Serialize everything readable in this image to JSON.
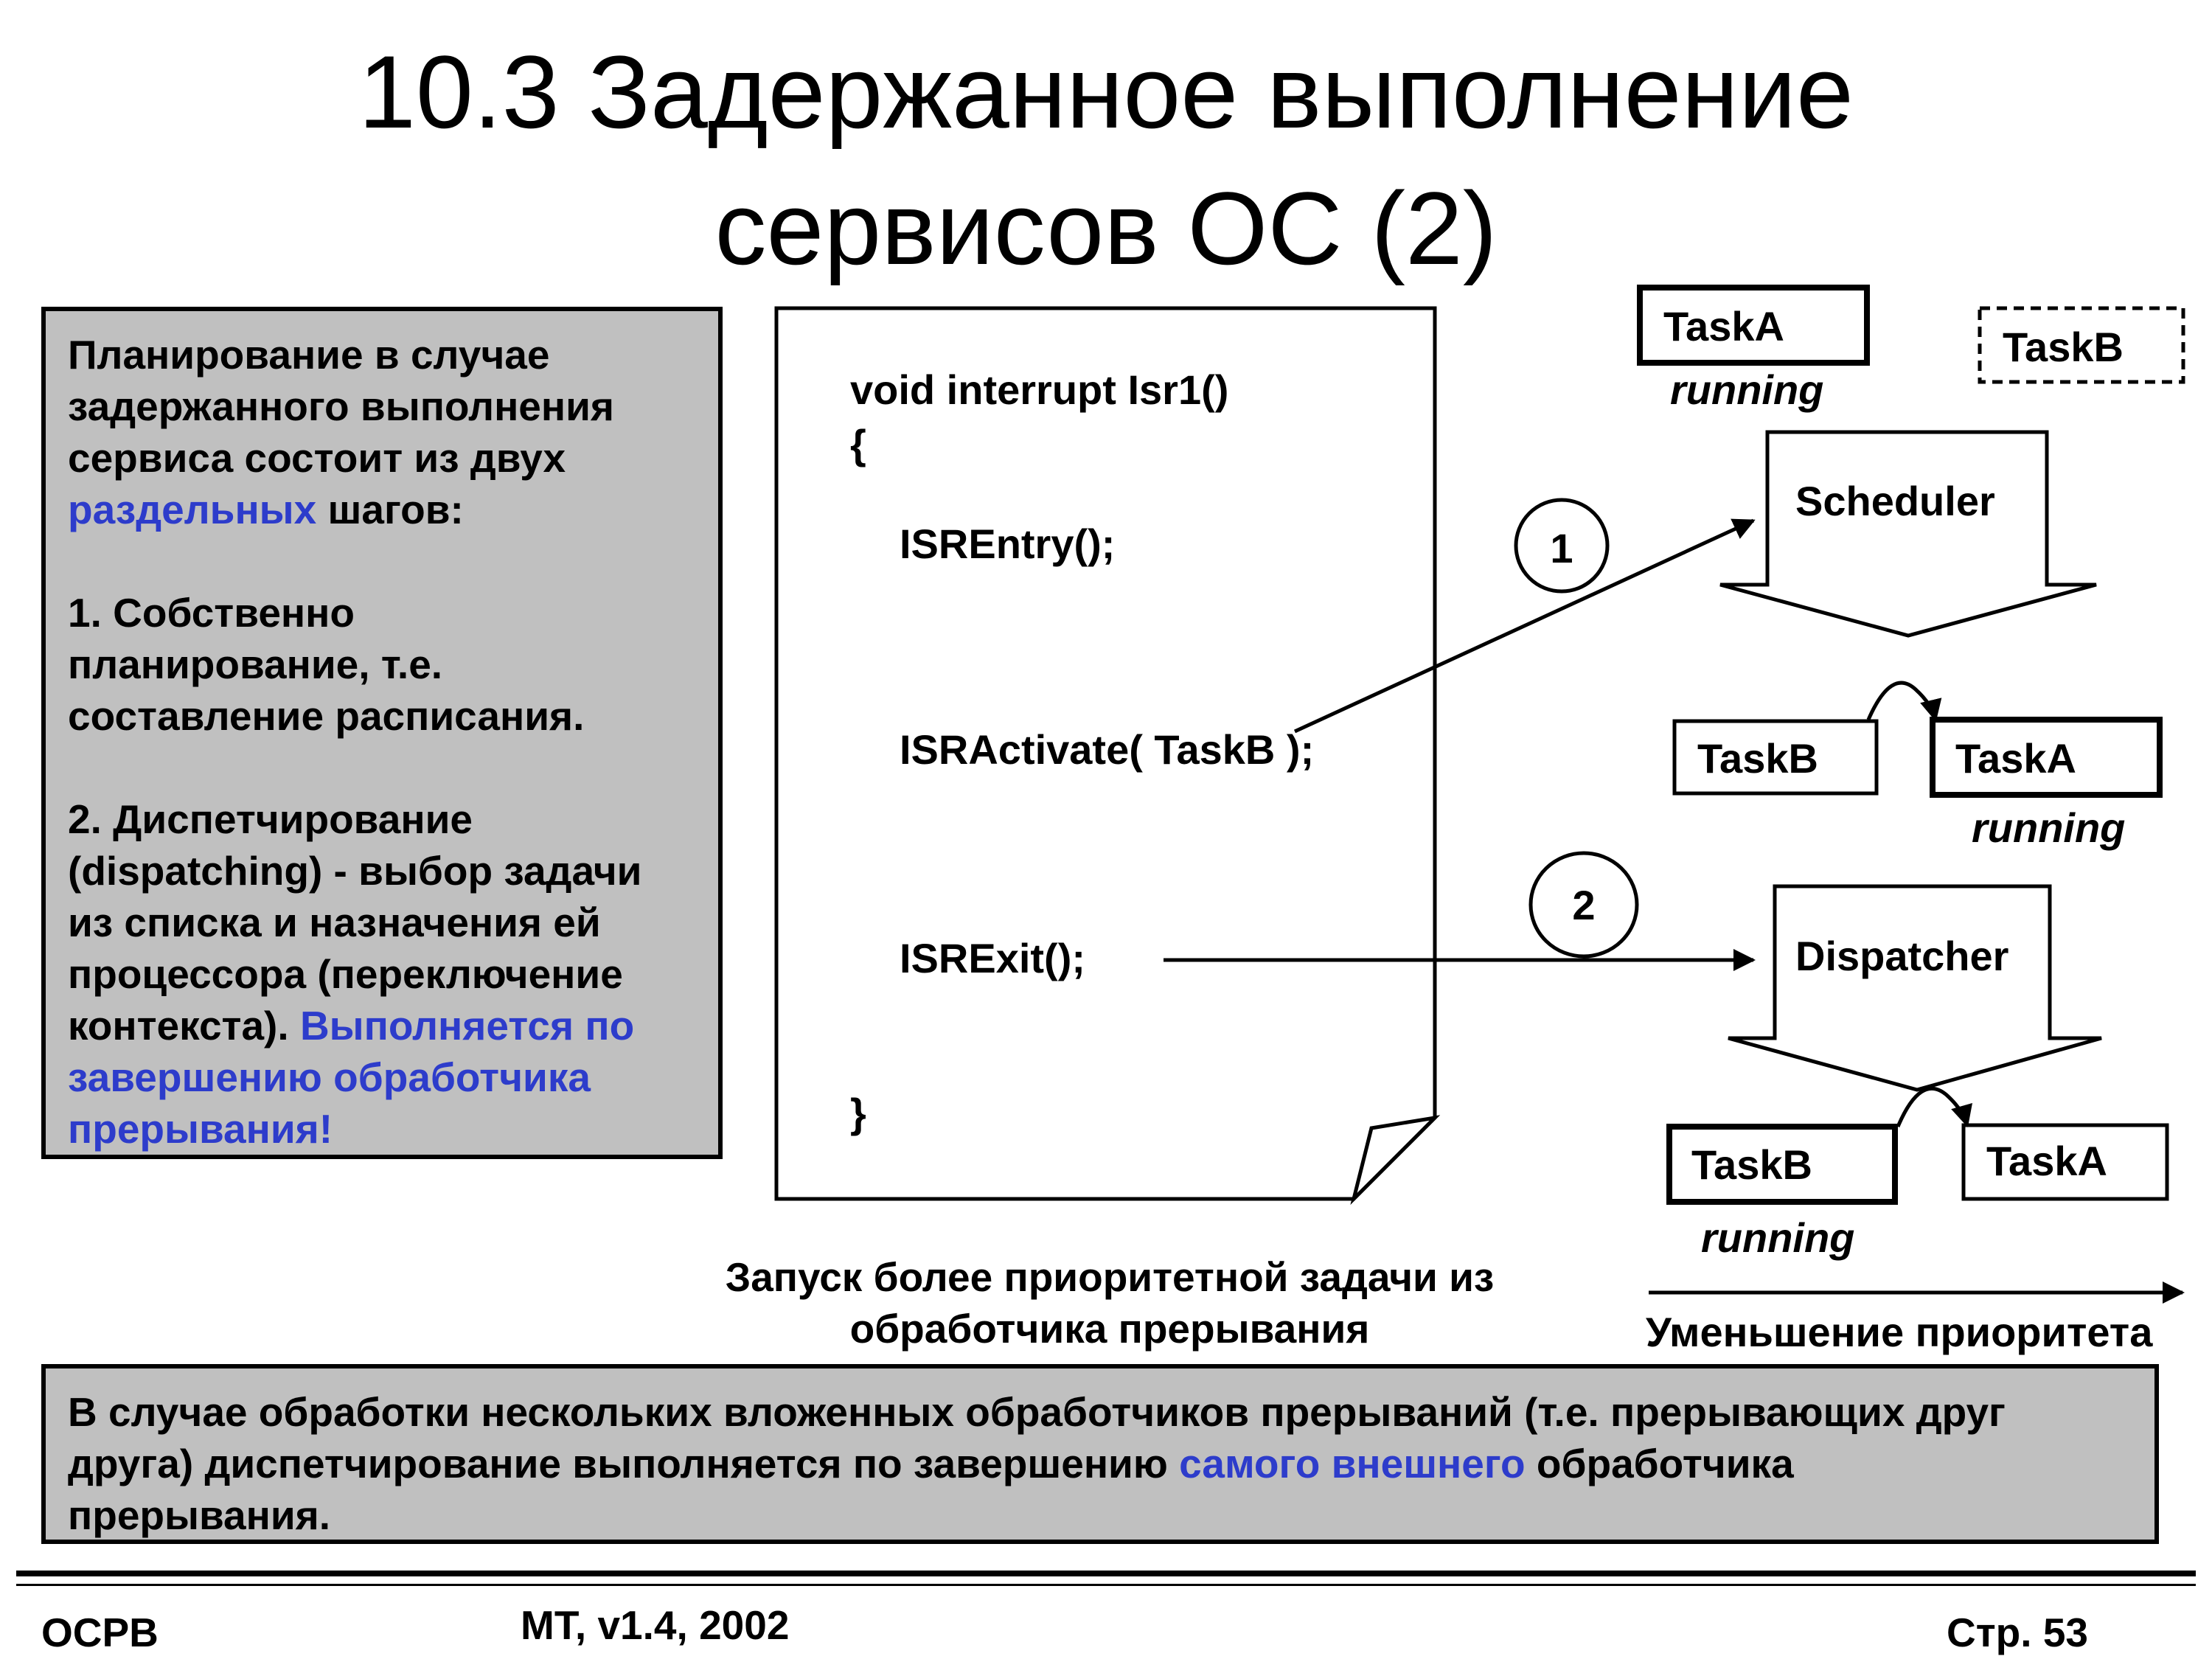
{
  "title": {
    "line1": "10.3 Задержанное выполнение",
    "line2": "сервисов ОС (2)"
  },
  "left_panel": {
    "l1": "Планирование в случае",
    "l2": "задержанного выполнения",
    "l3": "сервиса состоит из двух",
    "l4_blue": "раздельных",
    "l4_rest": " шагов:",
    "l5": "1. Собственно",
    "l6": "планирование, т.е.",
    "l7": "составление расписания.",
    "l8": "2. Диспетчирование",
    "l9": "(dispatching) - выбор задачи",
    "l10": "из списка и назначения ей",
    "l11": "процессора (переключение",
    "l12_black": "контекста). ",
    "l12_blue": "Выполняется по",
    "l13_blue": "завершению обработчика",
    "l14_blue": "прерывания!"
  },
  "code": {
    "sig": "void interrupt Isr1()",
    "open": "{",
    "entry": "ISREntry();",
    "activate": "ISRActivate( TaskB );",
    "exit": "ISRExit();",
    "close": "}"
  },
  "diagram": {
    "step1": "1",
    "step2": "2",
    "top_task_a": "TaskA",
    "top_running": "running",
    "top_task_b": "TaskB",
    "scheduler": "Scheduler",
    "mid_task_b": "TaskB",
    "mid_task_a": "TaskA",
    "mid_running": "running",
    "dispatcher": "Dispatcher",
    "bot_task_b": "TaskB",
    "bot_task_a": "TaskA",
    "bot_running": "running",
    "priority_label": "Уменьшение приоритета"
  },
  "caption": {
    "line1": "Запуск более приоритетной задачи из",
    "line2": "обработчика прерывания"
  },
  "bottom_panel": {
    "l1": "В случае обработки нескольких вложенных обработчиков прерываний (т.е. прерывающих друг",
    "l2_a": "друга) диспетчирование выполняется по завершению ",
    "l2_blue": "самого внешнего",
    "l2_b": " обработчика",
    "l3": "прерывания."
  },
  "footer": {
    "left": "ОСРВ",
    "center": "МТ, v1.4, 2002",
    "right": "Стр. 53"
  },
  "colors": {
    "accent_blue": "#2d3ccb",
    "panel_gray": "#c0c0c0"
  }
}
